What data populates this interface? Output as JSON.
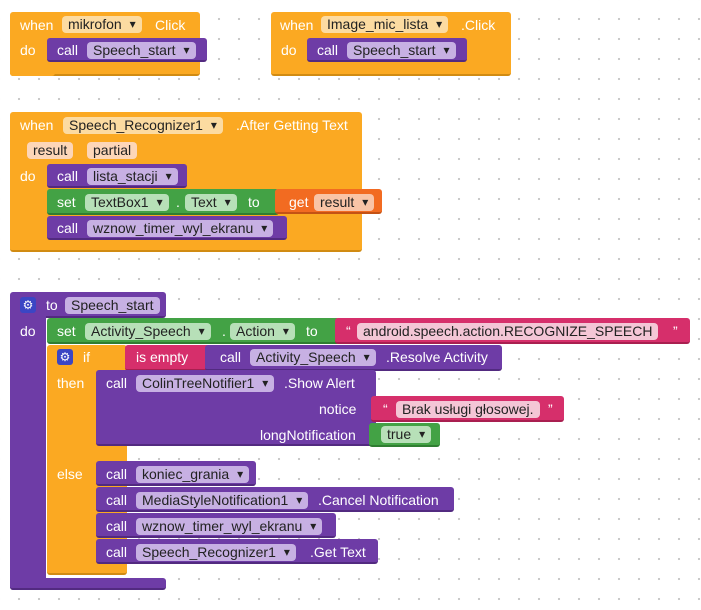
{
  "block1": {
    "when": "when",
    "component": "mikrofon",
    "event": "Click",
    "do": "do",
    "call": "call",
    "procedure": "Speech_start"
  },
  "block2": {
    "when": "when",
    "component": "Image_mic_lista",
    "event": ".Click",
    "do": "do",
    "call": "call",
    "procedure": "Speech_start"
  },
  "block3": {
    "when": "when",
    "component": "Speech_Recognizer1",
    "event": ".After Getting Text",
    "param1": "result",
    "param2": "partial",
    "do": "do",
    "call1": "call",
    "proc1": "lista_stacji",
    "set": "set",
    "setComponent": "TextBox1",
    "dot": ".",
    "setProperty": "Text",
    "to": "to",
    "get": "get",
    "getVar": "result",
    "call2": "call",
    "proc2": "wznow_timer_wyl_ekranu"
  },
  "block4": {
    "to": "to",
    "procName": "Speech_start",
    "do": "do",
    "set": "set",
    "setComponent": "Activity_Speech",
    "dot": ".",
    "setProperty": "Action",
    "setTo": "to",
    "openQuote": "“",
    "closeQuote": "”",
    "actionText": "android.speech.action.RECOGNIZE_SPEECH",
    "if": "if",
    "isEmpty": "is empty",
    "resolveCall": "call",
    "resolveComponent": "Activity_Speech",
    "resolveMethod": ".Resolve Activity",
    "then": "then",
    "alertCall": "call",
    "alertComponent": "ColinTreeNotifier1",
    "alertMethod": ".Show Alert",
    "noticeLabel": "notice",
    "noticeText": "Brak usługi głosowej.",
    "longLabel": "longNotification",
    "longValue": "true",
    "else": "else",
    "elseCall": "call",
    "elseProc1": "koniec_grania",
    "mediaComponent": "MediaStyleNotification1",
    "mediaMethod": ".Cancel Notification",
    "elseProc2": "wznow_timer_wyl_ekranu",
    "recogComponent": "Speech_Recognizer1",
    "recogMethod": ".Get Text"
  }
}
